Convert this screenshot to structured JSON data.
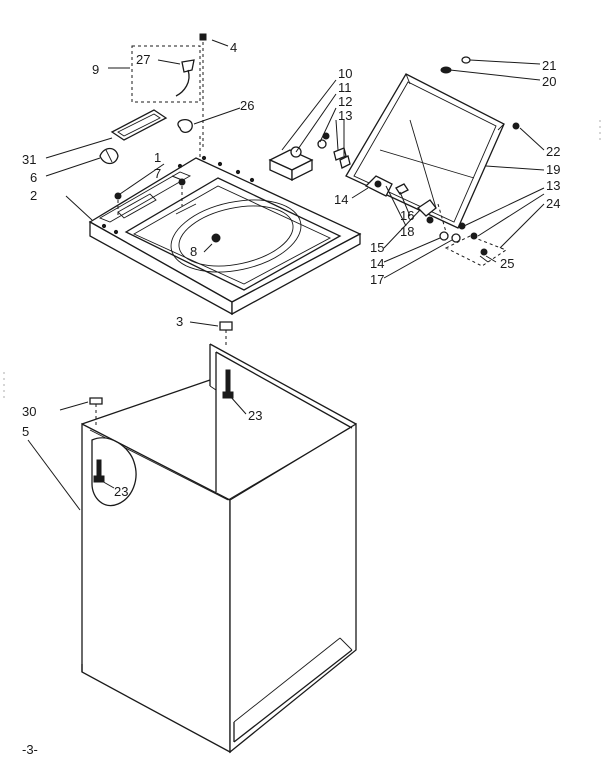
{
  "diagram": {
    "labels": [
      {
        "id": "4",
        "text": "4"
      },
      {
        "id": "9",
        "text": "9"
      },
      {
        "id": "27",
        "text": "27"
      },
      {
        "id": "10",
        "text": "10"
      },
      {
        "id": "11",
        "text": "11"
      },
      {
        "id": "12",
        "text": "12"
      },
      {
        "id": "13a",
        "text": "13"
      },
      {
        "id": "26",
        "text": "26"
      },
      {
        "id": "21",
        "text": "21"
      },
      {
        "id": "20",
        "text": "20"
      },
      {
        "id": "22",
        "text": "22"
      },
      {
        "id": "19",
        "text": "19"
      },
      {
        "id": "13b",
        "text": "13"
      },
      {
        "id": "24",
        "text": "24"
      },
      {
        "id": "31",
        "text": "31"
      },
      {
        "id": "6",
        "text": "6"
      },
      {
        "id": "1",
        "text": "1"
      },
      {
        "id": "7",
        "text": "7"
      },
      {
        "id": "2",
        "text": "2"
      },
      {
        "id": "14a",
        "text": "14"
      },
      {
        "id": "16",
        "text": "16"
      },
      {
        "id": "18",
        "text": "18"
      },
      {
        "id": "15",
        "text": "15"
      },
      {
        "id": "14b",
        "text": "14"
      },
      {
        "id": "17",
        "text": "17"
      },
      {
        "id": "25",
        "text": "25"
      },
      {
        "id": "8",
        "text": "8"
      },
      {
        "id": "3",
        "text": "3"
      },
      {
        "id": "23a",
        "text": "23"
      },
      {
        "id": "30",
        "text": "30"
      },
      {
        "id": "5",
        "text": "5"
      },
      {
        "id": "23b",
        "text": "23"
      }
    ],
    "page_number": "-3-"
  }
}
